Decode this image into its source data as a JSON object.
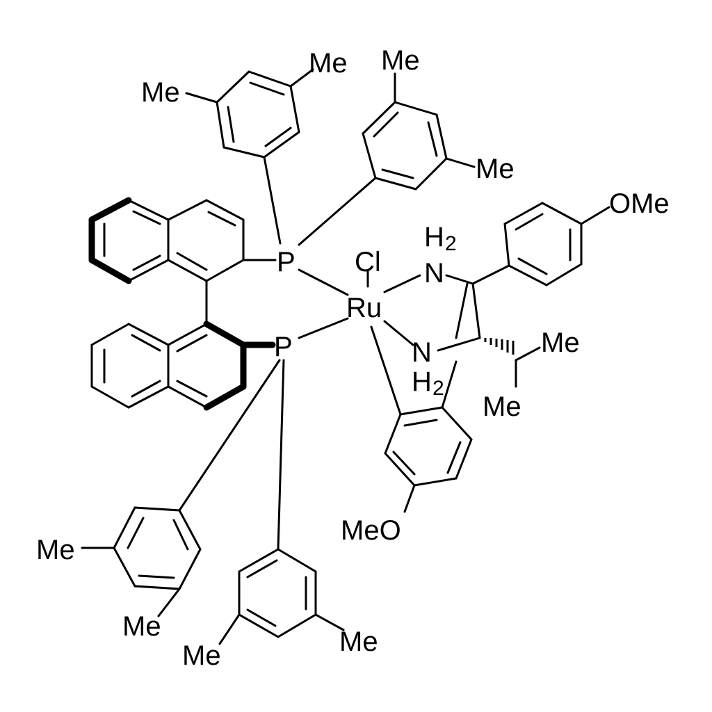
{
  "labels": {
    "me_1": "Me",
    "me_2": "Me",
    "me_3": "Me",
    "me_4": "Me",
    "me_5": "Me",
    "me_6": "Me",
    "me_7": "Me",
    "me_8": "Me",
    "me_9": "Me",
    "me_10": "Me",
    "ome_top": "OMe",
    "meo_bottom": "MeO",
    "p_top": "P",
    "p_bottom": "P",
    "ru": "Ru",
    "cl": "Cl",
    "n_top": "N",
    "n_bottom": "N",
    "h_top": "H",
    "h_top_sub": "2",
    "h_bottom": "H",
    "h_bottom_sub": "2"
  }
}
